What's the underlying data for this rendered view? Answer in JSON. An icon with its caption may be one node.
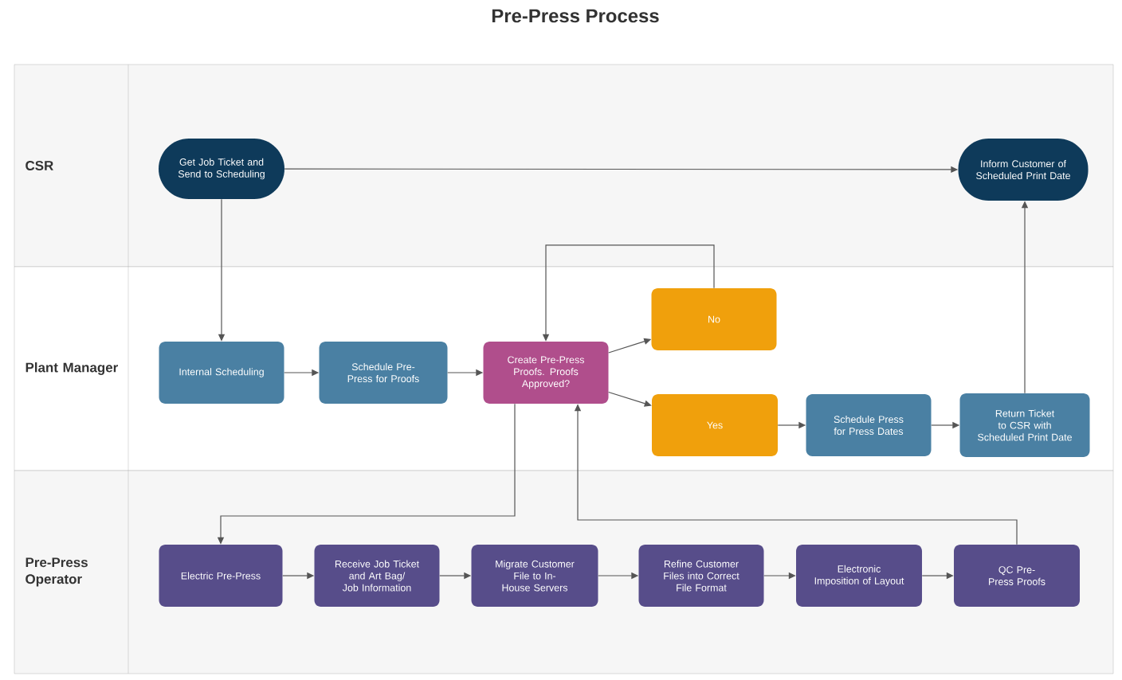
{
  "diagram": {
    "title": "Pre-Press Process",
    "nodes": [
      {
        "text": [
          "CSR"
        ]
      },
      {
        "text": [
          "Get Job Ticket and Send to Scheduling"
        ],
        "in": 0
      },
      {
        "text": [
          "Inform Customer of Scheduled Print Date"
        ],
        "in": 0
      },
      {
        "text": [
          "Plant Manager"
        ]
      },
      {
        "text": [
          "Internal Scheduling"
        ],
        "in": 3
      },
      {
        "text": [
          "Schedule Pre-Press for Proofs"
        ],
        "in": 3
      },
      {
        "text": [
          "Create Pre-Press Proofs. Proofs Approved?"
        ],
        "in": 3
      },
      {
        "text": [
          "No"
        ],
        "in": 3
      },
      {
        "text": [
          "Yes"
        ],
        "in": 3
      },
      {
        "text": [
          "Schedule Press for Press Dates"
        ],
        "in": 3
      },
      {
        "text": [
          "Return Ticket to CSR with Scheduled Print Date"
        ],
        "in": 3
      },
      {
        "text": [
          "Pre-Press Operator"
        ]
      },
      {
        "text": [
          "Electric Pre-Press"
        ],
        "in": 11
      },
      {
        "text": [
          "Receive Job Ticket and Art Bag/ Job Information"
        ],
        "in": 11
      },
      {
        "text": [
          "Migrate Customer File to In-House Servers"
        ],
        "in": 11
      },
      {
        "text": [
          "Refine Customer Files into Correct File Format"
        ],
        "in": 11
      },
      {
        "text": [
          "Electronic Imposition of Layout"
        ],
        "in": 11
      },
      {
        "text": [
          "QC Pre-Press Proofs"
        ],
        "in": 11
      }
    ],
    "edges": [
      {
        "from": 1,
        "to": 2,
        "arrow": "to"
      },
      {
        "from": 1,
        "to": 4,
        "arrow": "to"
      },
      {
        "from": 4,
        "to": 5,
        "arrow": "to"
      },
      {
        "from": 5,
        "to": 6,
        "arrow": "to"
      },
      {
        "from": 6,
        "to": 7,
        "arrow": "to"
      },
      {
        "from": 6,
        "to": 8,
        "arrow": "to"
      },
      {
        "from": 7,
        "to": 6,
        "arrow": "to"
      },
      {
        "from": 8,
        "to": 9,
        "arrow": "to"
      },
      {
        "from": 9,
        "to": 10,
        "arrow": "to"
      },
      {
        "from": 10,
        "to": 2,
        "arrow": "to"
      },
      {
        "from": 6,
        "to": 12,
        "arrow": "to"
      },
      {
        "from": 12,
        "to": 13,
        "arrow": "to"
      },
      {
        "from": 13,
        "to": 14,
        "arrow": "to"
      },
      {
        "from": 14,
        "to": 15,
        "arrow": "to"
      },
      {
        "from": 15,
        "to": 16,
        "arrow": "to"
      },
      {
        "from": 16,
        "to": 17,
        "arrow": "to"
      },
      {
        "from": 17,
        "to": 6,
        "arrow": "to"
      }
    ]
  }
}
